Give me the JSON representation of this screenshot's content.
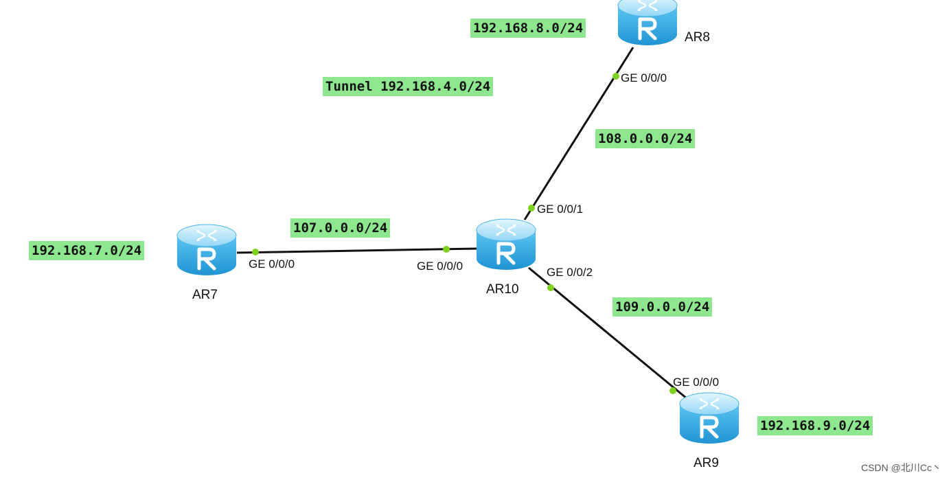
{
  "colors": {
    "label_bg": "#8ee68e",
    "link": "#111111",
    "port_dot": "#7ed321",
    "router_top": "#b7e8fb",
    "router_body": "#3fb3e8",
    "router_dark": "#1e8fcf"
  },
  "routers": [
    {
      "id": "ar7",
      "name": "AR7",
      "icon": "router-icon"
    },
    {
      "id": "ar8",
      "name": "AR8",
      "icon": "router-icon"
    },
    {
      "id": "ar9",
      "name": "AR9",
      "icon": "router-icon"
    },
    {
      "id": "ar10",
      "name": "AR10",
      "icon": "router-icon"
    }
  ],
  "ports": {
    "ar7_g000": "GE 0/0/0",
    "ar10_g000": "GE 0/0/0",
    "ar10_g001": "GE 0/0/1",
    "ar10_g002": "GE 0/0/2",
    "ar8_g000": "GE 0/0/0",
    "ar9_g000": "GE 0/0/0"
  },
  "networks": {
    "lan_ar7": "192.168.7.0/24",
    "lan_ar8": "192.168.8.0/24",
    "lan_ar9": "192.168.9.0/24",
    "tunnel": "Tunnel 192.168.4.0/24",
    "link_ar7_ar10": "107.0.0.0/24",
    "link_ar8_ar10": "108.0.0.0/24",
    "link_ar9_ar10": "109.0.0.0/24"
  },
  "watermark": "CSDN @北川Cc丶"
}
